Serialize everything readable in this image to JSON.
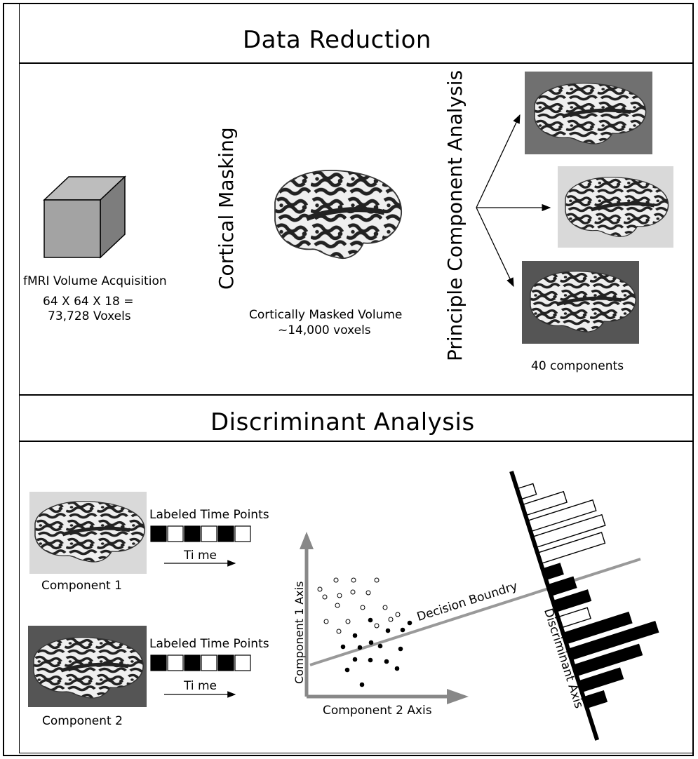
{
  "reduction": {
    "title": "Data Reduction",
    "acquisition_label": "fMRI  Volume Acquisition",
    "acquisition_dims": "64 X 64 X 18 =",
    "acquisition_voxels": "73,728 Voxels",
    "masking_label": "Cortical  Masking",
    "masked_label": "Cortically  Masked Volume",
    "masked_voxels": "~14,000 voxels",
    "pca_label": "Principle  Component Analysis",
    "components_label": "40 components"
  },
  "discriminant": {
    "title": "Discriminant  Analysis",
    "labeled_1": "Labeled Time Points",
    "labeled_2": "Labeled Time Points",
    "time_1": "Ti me",
    "time_2": "Ti me",
    "component_1": "Component 1",
    "component_2": "Component 2",
    "y_axis": "Component 1 Axis",
    "x_axis": "Component 2 Axis",
    "boundary": "Decision Boundry",
    "disc_axis": "Discriminant Axis"
  }
}
